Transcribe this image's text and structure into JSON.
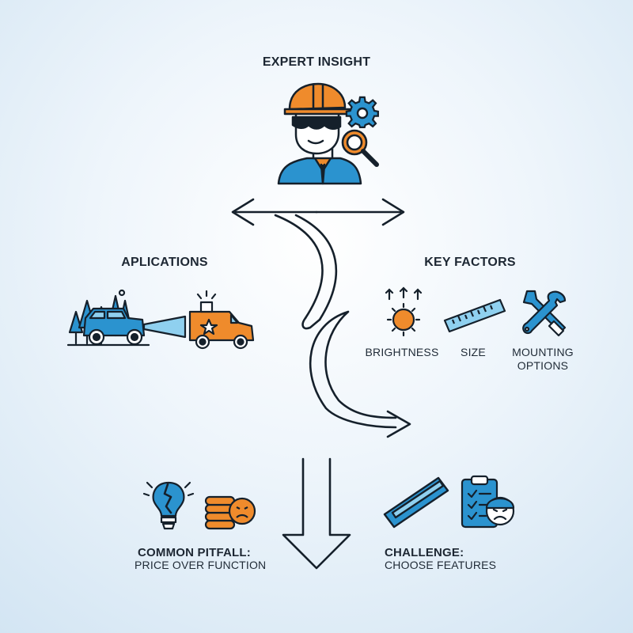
{
  "expert": {
    "title": "EXPERT INSIGHT"
  },
  "applications": {
    "title": "APLICATIONS"
  },
  "key_factors": {
    "title": "KEY FACTORS",
    "items": [
      {
        "label": "BRIGHTNESS"
      },
      {
        "label": "SIZE"
      },
      {
        "label": "MOUNTING",
        "label2": "OPTIONS"
      }
    ]
  },
  "pitfall": {
    "title": "COMMON PITFALL:",
    "subtitle": "PRICE OVER FUNCTION"
  },
  "challenge": {
    "title": "CHALLENGE:",
    "subtitle": "CHOOSE FEATURES"
  },
  "colors": {
    "outline": "#15202b",
    "blue": "#2b93cf",
    "orange": "#ef8b2c",
    "light_blue": "#8fd0ef"
  }
}
